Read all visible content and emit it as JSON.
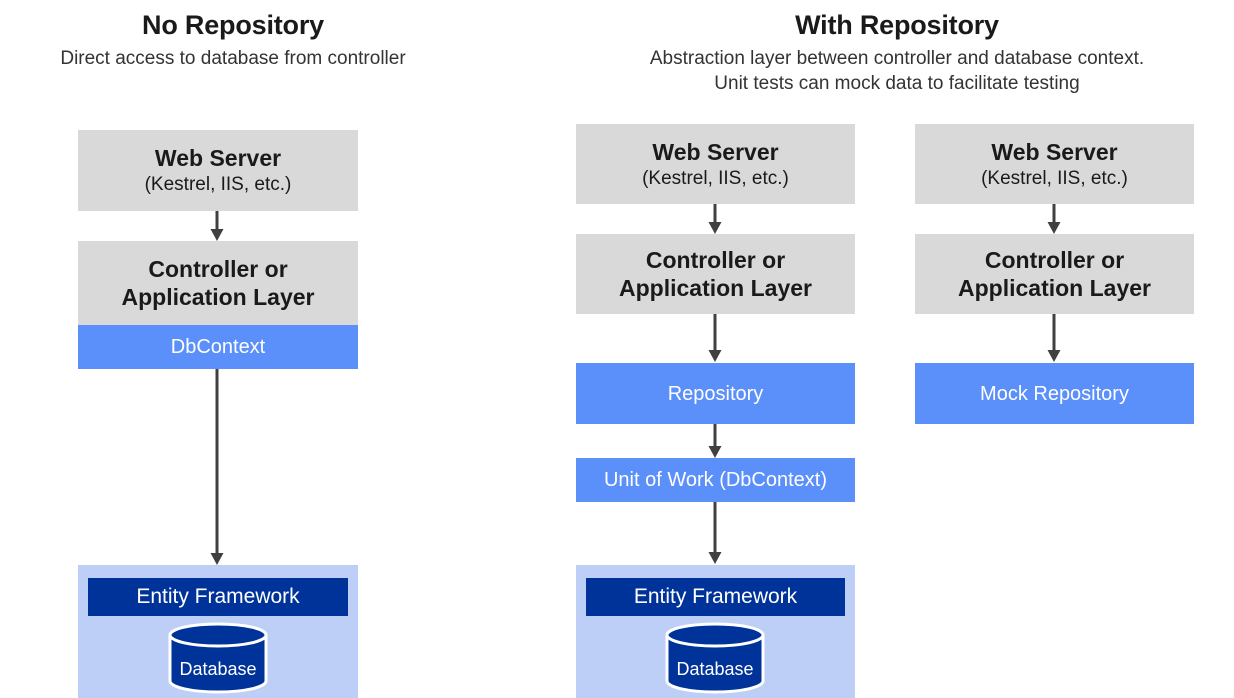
{
  "diagram": {
    "title_left": "No Repository",
    "subtitle_left": "Direct access to database from controller",
    "title_right": "With Repository",
    "subtitle_right_line1": "Abstraction layer between controller and database context.",
    "subtitle_right_line2": "Unit tests can mock data to facilitate testing"
  },
  "colors": {
    "gray_box": "#d9d9d9",
    "blue_box": "#5b8ff9",
    "light_blue_box": "#bdcff7",
    "dark_blue_box": "#003399",
    "arrow": "#404040",
    "text_dark": "#1a1a1a",
    "text_white": "#ffffff"
  },
  "columns": {
    "no_repository": {
      "web_server": {
        "title": "Web Server",
        "detail": "(Kestrel, IIS, etc.)"
      },
      "controller": {
        "line1": "Controller or",
        "line2": "Application Layer"
      },
      "dbcontext": {
        "label": "DbContext"
      },
      "entity_framework": {
        "label": "Entity Framework",
        "database": "Database"
      }
    },
    "with_repository": {
      "web_server": {
        "title": "Web Server",
        "detail": "(Kestrel, IIS, etc.)"
      },
      "controller": {
        "line1": "Controller or",
        "line2": "Application Layer"
      },
      "repository": {
        "label": "Repository"
      },
      "unit_of_work": {
        "label": "Unit of Work (DbContext)"
      },
      "entity_framework": {
        "label": "Entity Framework",
        "database": "Database"
      }
    },
    "mock_testing": {
      "web_server": {
        "title": "Web Server",
        "detail": "(Kestrel, IIS, etc.)"
      },
      "controller": {
        "line1": "Controller or",
        "line2": "Application Layer"
      },
      "mock_repository": {
        "label": "Mock Repository"
      }
    }
  }
}
